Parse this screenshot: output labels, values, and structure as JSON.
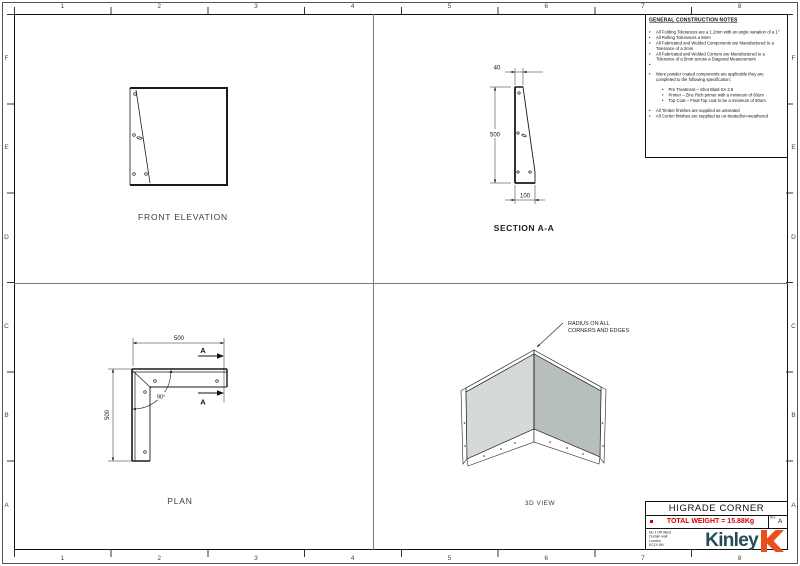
{
  "sheet": {
    "grid_columns": [
      "1",
      "2",
      "3",
      "4",
      "5",
      "6",
      "7",
      "8"
    ],
    "grid_rows": [
      "F",
      "E",
      "D",
      "C",
      "B",
      "A"
    ]
  },
  "views": {
    "front_elevation": {
      "label": "FRONT ELEVATION"
    },
    "section": {
      "label": "SECTION A-A",
      "dim_top": "40",
      "dim_height": "500",
      "dim_bottom": "100"
    },
    "plan": {
      "label": "PLAN",
      "dim_width": "500",
      "dim_depth": "500",
      "angle_label": "90°",
      "cut_label": "A"
    },
    "view_3d": {
      "label": "3D VIEW",
      "annotation_line1": "RADIUS ON ALL",
      "annotation_line2": "CORNERS AND EDGES"
    }
  },
  "notes": {
    "title": "GENERAL CONSTRUCTION NOTES",
    "tolerance_items": [
      "All Folding Tolerances are a 1.2mm with an angle variation of a 1°",
      "All Rolling Tolerances a 8mm",
      "All Fabricated and Welded Components are Manufactured to a Tolerance of a 2mm",
      "All Fabricated and Welded Corners are Manufactured to a Tolerance of a 5mm across a Diagonal Measurement",
      ""
    ],
    "powder_intro": [
      "Were powder coated components are applicable they are completed to the following specification:"
    ],
    "powder_items": [
      "Pre Treatment – Shot Blast SA 2.5",
      "Primer – Zinc Rich primer with a minimum of 60um",
      "Top Coat – Final Top coat to be a minimum of 60um"
    ],
    "finish_items": [
      "All Timber finishes are supplied as untreated",
      "All Corten finishes are supplied as un-treated/un-weathered"
    ]
  },
  "title_block": {
    "title": "HIGRADE CORNER",
    "weight_label": "TOTAL WEIGHT = 15.88Kg",
    "rev_label": "Rev",
    "rev_value": "A",
    "address_lines": [
      "No 1 Off West",
      "Curtain wall",
      "London",
      "EC1V 8H"
    ],
    "logo_text": "Kinley"
  },
  "colors": {
    "accent_red": "#d60000",
    "logo_teal": "#264c57",
    "logo_orange": "#e94e1b",
    "panel_light": "#d6dad6",
    "panel_dark": "#b7bfbb",
    "line": "#1a1a1a"
  }
}
